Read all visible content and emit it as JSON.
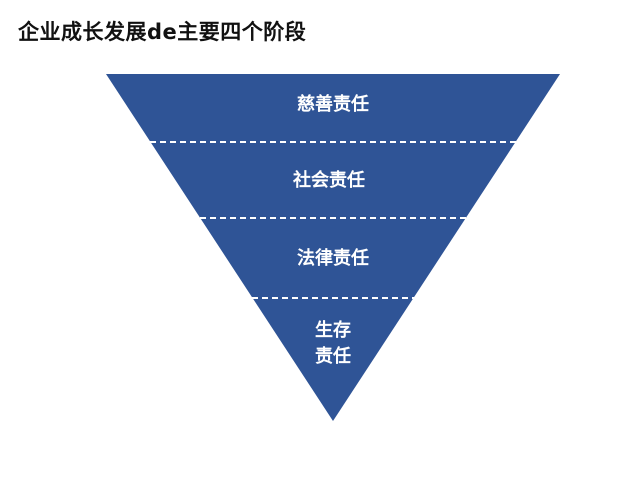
{
  "title": "企业成长发展de主要四个阶段",
  "colors": {
    "triangle_fill": "#2f5496",
    "divider": "#ffffff",
    "label_text": "#ffffff"
  },
  "layers": [
    {
      "label": "慈善责任"
    },
    {
      "label": "社会责任"
    },
    {
      "label": "法律责任"
    },
    {
      "label_line1": "生存",
      "label_line2": "责任"
    }
  ]
}
